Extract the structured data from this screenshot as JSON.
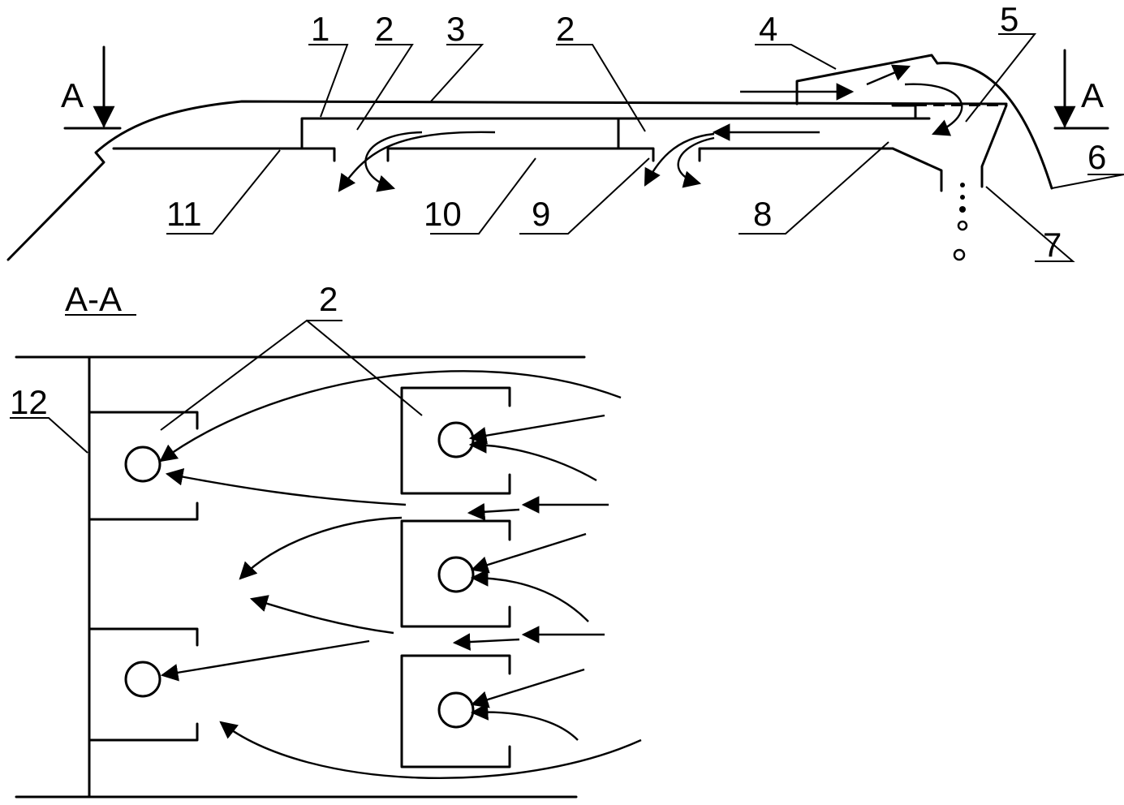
{
  "section_title": "A-A",
  "callouts": {
    "n1": "1",
    "n2a": "2",
    "n3": "3",
    "n2b": "2",
    "n4": "4",
    "n5": "5",
    "n6": "6",
    "n7": "7",
    "n8": "8",
    "n9": "9",
    "n10": "10",
    "n11": "11",
    "n2_plan": "2",
    "n12": "12"
  },
  "section_markers": {
    "left": "A",
    "right": "A"
  },
  "colors": {
    "ink": "#000000",
    "paper": "#ffffff"
  }
}
